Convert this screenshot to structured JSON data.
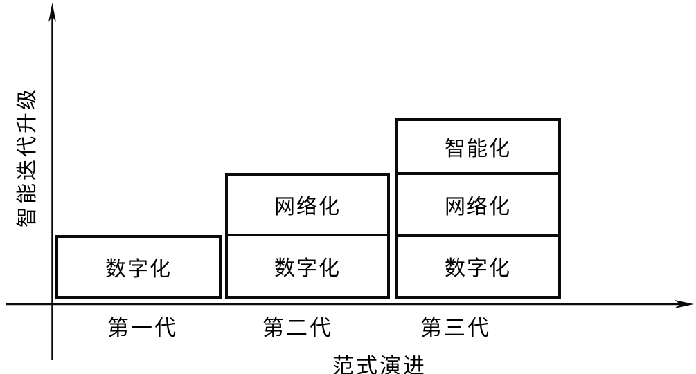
{
  "figure": {
    "y_axis": {
      "label": "智能迭代升级"
    },
    "x_axis": {
      "label": "范式演进"
    },
    "generations": [
      {
        "tick": "第一代",
        "layers": [
          "数字化"
        ]
      },
      {
        "tick": "第二代",
        "layers": [
          "网络化",
          "数字化"
        ]
      },
      {
        "tick": "第三代",
        "layers": [
          "智能化",
          "网络化",
          "数字化"
        ]
      }
    ],
    "colors": {
      "ink": "#000000",
      "background": "#ffffff"
    }
  }
}
